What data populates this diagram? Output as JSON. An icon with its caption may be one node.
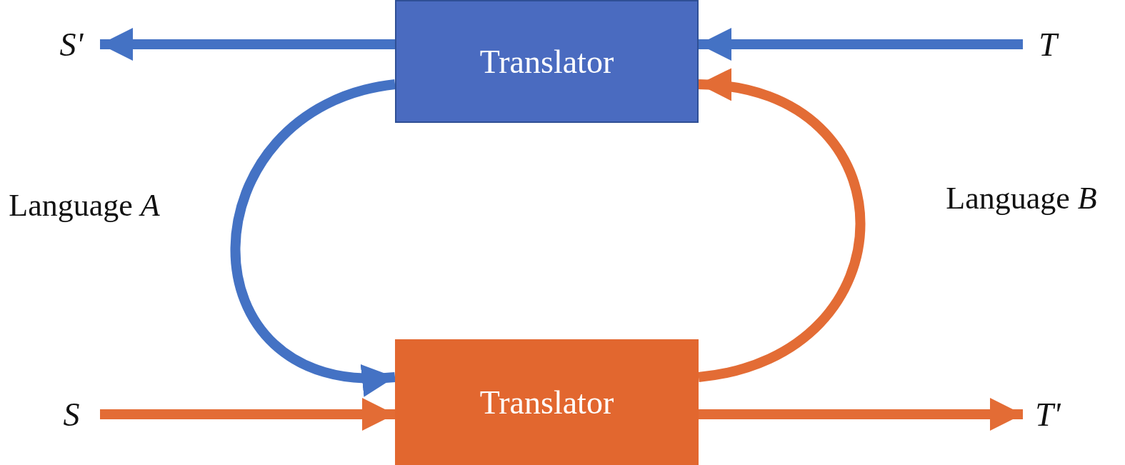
{
  "diagram": {
    "nodes": [
      {
        "text": [
          "S'"
        ]
      },
      {
        "text": [
          "Translator"
        ]
      },
      {
        "text": [
          "T"
        ]
      },
      {
        "text": [
          "S"
        ]
      },
      {
        "text": [
          "Translator"
        ]
      },
      {
        "text": [
          "T'"
        ]
      }
    ],
    "edges": [
      {
        "from": 1,
        "to": 0,
        "arrow": "to",
        "color": "#4472c4"
      },
      {
        "from": 2,
        "to": 1,
        "arrow": "to",
        "color": "#4472c4"
      },
      {
        "from": 1,
        "to": 4,
        "arrow": "to",
        "color": "#4472c4"
      },
      {
        "from": 3,
        "to": 4,
        "arrow": "to",
        "color": "#e36c35"
      },
      {
        "from": 4,
        "to": 5,
        "arrow": "to",
        "color": "#e36c35"
      },
      {
        "from": 4,
        "to": 1,
        "arrow": "to",
        "color": "#e36c35"
      }
    ],
    "labels": [
      "Language *A*",
      "Language *B*"
    ]
  }
}
